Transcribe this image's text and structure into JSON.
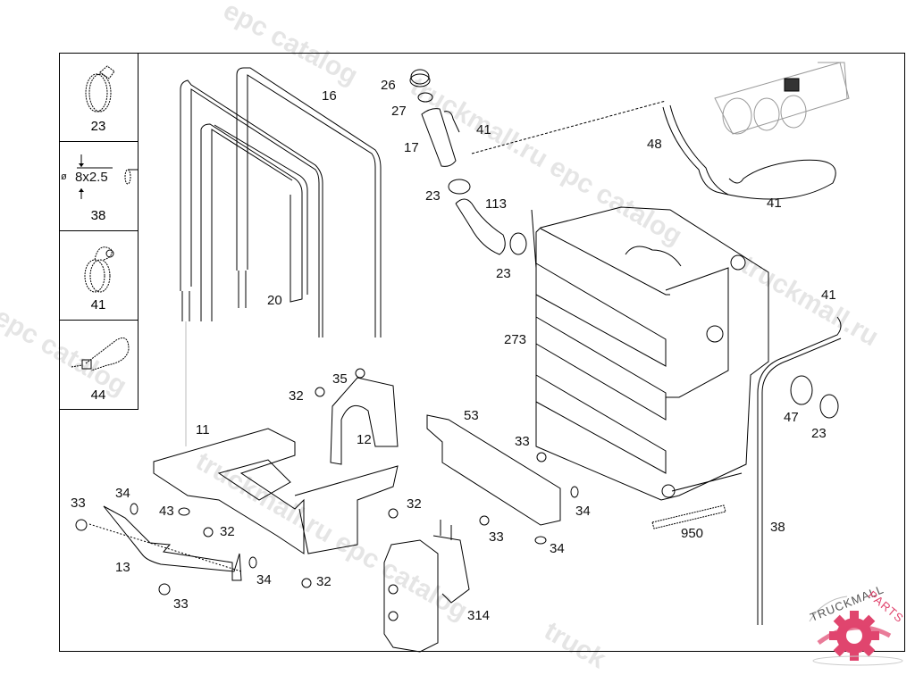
{
  "legend": {
    "items": [
      {
        "label": "23",
        "icon": "hose-clamp-icon"
      },
      {
        "label": "38",
        "icon": "tube-dimension-icon",
        "dimension": "8x2.5",
        "diameter_symbol": "ø"
      },
      {
        "label": "41",
        "icon": "clamp-icon"
      },
      {
        "label": "44",
        "icon": "cable-tie-icon"
      }
    ]
  },
  "callouts": {
    "c16": "16",
    "c20": "20",
    "c26": "26",
    "c27": "27",
    "c17": "17",
    "c41a": "41",
    "c23a": "23",
    "c113": "113",
    "c23b": "23",
    "c48": "48",
    "c41b": "41",
    "c273": "273",
    "c41c": "41",
    "c47": "47",
    "c23c": "23",
    "c35": "35",
    "c32a": "32",
    "c12": "12",
    "c11": "11",
    "c53": "53",
    "c33a": "33",
    "c33b": "33",
    "c34a": "34",
    "c43": "43",
    "c32b": "32",
    "c32c": "32",
    "c13": "13",
    "c34b": "34",
    "c33c": "33",
    "c32d": "32",
    "c314": "314",
    "c34c": "34",
    "c33d": "33",
    "c34d": "34",
    "c950": "950",
    "c38": "38"
  },
  "watermarks": {
    "w1": "epc catalog",
    "w2": "truckmall.ru epc catalog",
    "w3": "l epc catalog",
    "w4": "truckmall.ru",
    "w5": "truckmall.ru epc catalog",
    "w6": "truck"
  },
  "logo": {
    "text_dark": "TRUCKMALL",
    "text_accent": "PARTS",
    "accent_color": "#e0456e"
  }
}
